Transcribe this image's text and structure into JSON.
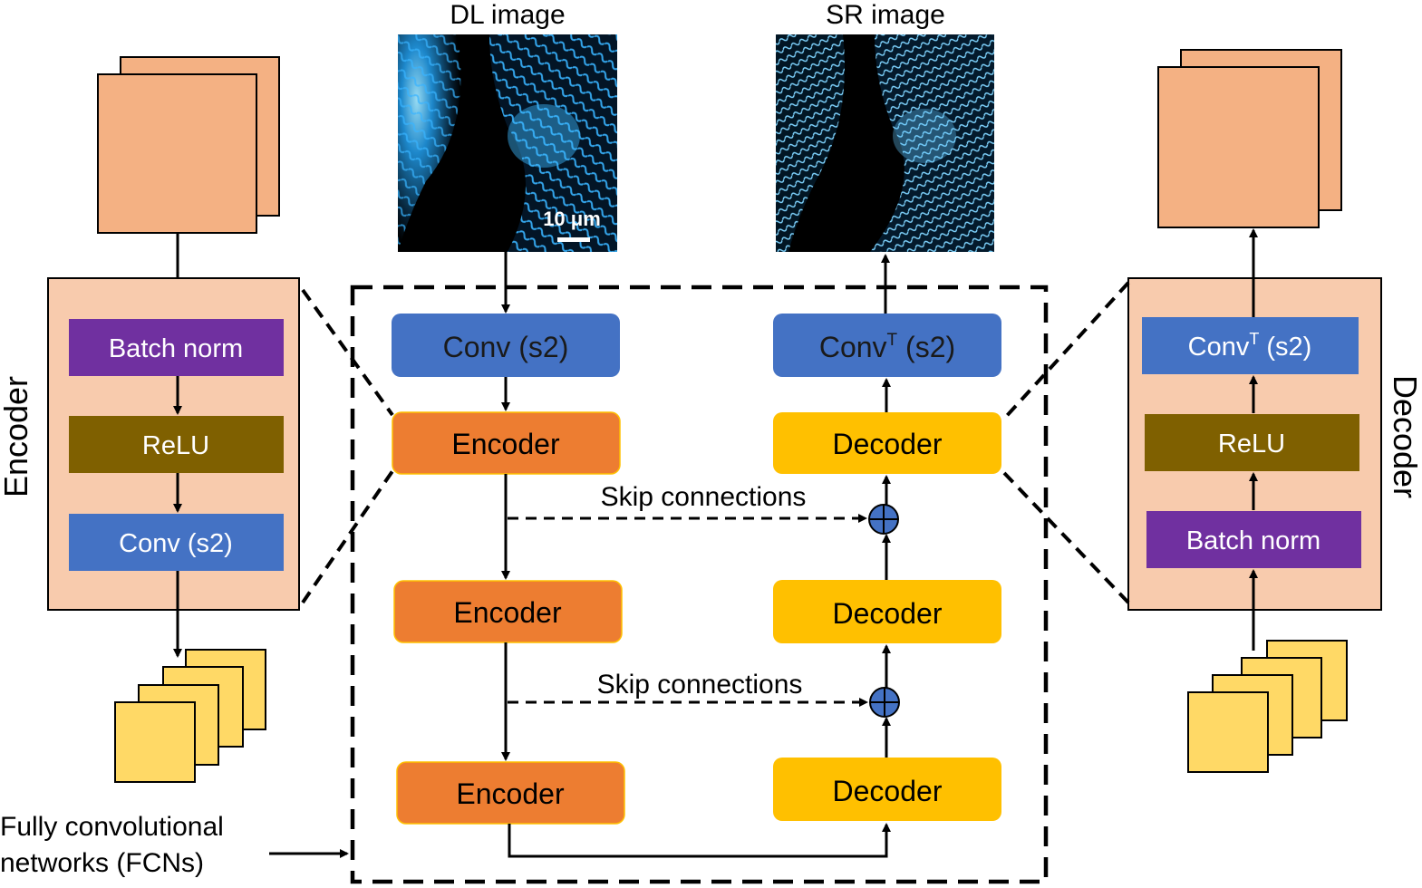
{
  "images": {
    "dl_title": "DL image",
    "sr_title": "SR image",
    "scale_bar": "10 μm"
  },
  "encoder_detail": {
    "side_label": "Encoder",
    "layers": [
      "Batch norm",
      "ReLU",
      "Conv (s2)"
    ]
  },
  "decoder_detail": {
    "side_label": "Decoder",
    "layers": [
      "Conv",
      "T",
      " (s2)",
      "ReLU",
      "Batch norm"
    ]
  },
  "center": {
    "input_conv": "Conv (s2)",
    "output_conv_base": "Conv",
    "output_conv_sup": "T",
    "output_conv_suffix": " (s2)",
    "encoders": [
      "Encoder",
      "Encoder",
      "Encoder"
    ],
    "decoders": [
      "Decoder",
      "Decoder",
      "Decoder"
    ],
    "skip_label": "Skip connections"
  },
  "fcn_label": {
    "line1": "Fully convolutional",
    "line2": "networks (FCNs)"
  },
  "colors": {
    "conv_blue": "#4472c4",
    "encoder_orange": "#ed7d31",
    "decoder_yellow": "#ffc000",
    "batchnorm_purple": "#7030a0",
    "relu_olive": "#7f6000",
    "panel_peach": "#f8cbad",
    "feature_peach": "#f4b183",
    "feature_yellow": "#ffd966",
    "sum_node_blue": "#4472c4"
  }
}
